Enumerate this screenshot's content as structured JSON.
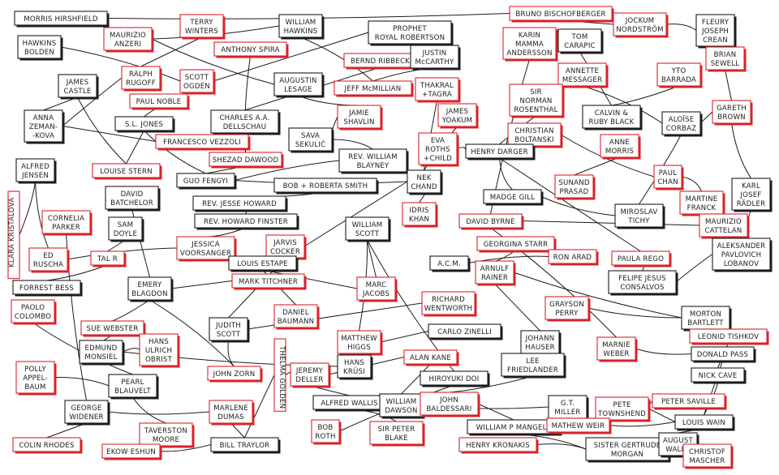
{
  "colors": {
    "ink": "#1c1c1c",
    "accent": "#d8232a",
    "paper": "#ffffff"
  },
  "nodes": [
    {
      "id": "hirshfield",
      "lines": [
        "MORRIS HIRSHFIELD"
      ],
      "color": "ink"
    },
    {
      "id": "anzeri",
      "lines": [
        "MAURIZIO",
        "ANZERI"
      ],
      "color": "accent"
    },
    {
      "id": "winters",
      "lines": [
        "TERRY",
        "WINTERS"
      ],
      "color": "accent"
    },
    {
      "id": "whawkins",
      "lines": [
        "WILLIAM",
        "HAWKINS"
      ],
      "color": "ink"
    },
    {
      "id": "robertson",
      "lines": [
        "PROPHET",
        "ROYAL ROBERTSON"
      ],
      "color": "ink"
    },
    {
      "id": "bischofberger",
      "lines": [
        "BRUNO BISCHOFBERGER"
      ],
      "color": "accent"
    },
    {
      "id": "nordstrom",
      "lines": [
        "JOCKUM",
        "NORDSTRÖM"
      ],
      "color": "accent"
    },
    {
      "id": "crean",
      "lines": [
        "FLEURY",
        "JOSEPH",
        "CREAN"
      ],
      "color": "ink"
    },
    {
      "id": "bolden",
      "lines": [
        "HAWKINS",
        "BOLDEN"
      ],
      "color": "ink"
    },
    {
      "id": "spira",
      "lines": [
        "ANTHONY SPIRA"
      ],
      "color": "accent"
    },
    {
      "id": "riebeck",
      "lines": [
        "BERND RIBBECK"
      ],
      "color": "accent"
    },
    {
      "id": "mccarthy",
      "lines": [
        "JUSTIN",
        "McCARTHY"
      ],
      "color": "ink"
    },
    {
      "id": "andersson",
      "lines": [
        "KARIN",
        "MAMMA",
        "ANDERSSON"
      ],
      "color": "accent"
    },
    {
      "id": "carapic",
      "lines": [
        "TOM",
        "CARAPIC"
      ],
      "color": "ink"
    },
    {
      "id": "sewell",
      "lines": [
        "BRIAN",
        "SEWELL"
      ],
      "color": "accent"
    },
    {
      "id": "castle",
      "lines": [
        "JAMES",
        "CASTLE"
      ],
      "color": "ink"
    },
    {
      "id": "rugoff",
      "lines": [
        "RALPH",
        "RUGOFF"
      ],
      "color": "accent"
    },
    {
      "id": "ogden",
      "lines": [
        "SCOTT",
        "OGDEN"
      ],
      "color": "accent"
    },
    {
      "id": "lesage",
      "lines": [
        "AUGUSTIN",
        "LESAGE"
      ],
      "color": "ink"
    },
    {
      "id": "mcmillian",
      "lines": [
        "JEFF McMILLIAN"
      ],
      "color": "accent"
    },
    {
      "id": "tagra",
      "lines": [
        "THAKRAL",
        "+TAGRA"
      ],
      "color": "accent"
    },
    {
      "id": "messager",
      "lines": [
        "ANNETTE",
        "MESSAGER"
      ],
      "color": "accent"
    },
    {
      "id": "barrada",
      "lines": [
        "YTO",
        "BARRADA"
      ],
      "color": "accent"
    },
    {
      "id": "noble",
      "lines": [
        "PAUL NOBLE"
      ],
      "color": "accent"
    },
    {
      "id": "rosenthal",
      "lines": [
        "SIR",
        "NORMAN",
        "ROSENTHAL"
      ],
      "color": "accent"
    },
    {
      "id": "brown",
      "lines": [
        "GARETH",
        "BROWN"
      ],
      "color": "accent"
    },
    {
      "id": "zeman",
      "lines": [
        "ANNA",
        "ZEMAN-",
        "-KOVA"
      ],
      "color": "ink"
    },
    {
      "id": "sljones",
      "lines": [
        "S.L. JONES"
      ],
      "color": "ink"
    },
    {
      "id": "dellschau",
      "lines": [
        "CHARLES A.A.",
        "DELLSCHAU"
      ],
      "color": "ink"
    },
    {
      "id": "shavlin",
      "lines": [
        "JAMIE",
        "SHAVLIN"
      ],
      "color": "accent"
    },
    {
      "id": "yoakum",
      "lines": [
        "JAMES",
        "YOAKUM"
      ],
      "color": "accent"
    },
    {
      "id": "black",
      "lines": [
        "CALVIN &",
        "RUBY BLACK"
      ],
      "color": "ink"
    },
    {
      "id": "corbaz",
      "lines": [
        "ALOÏSE",
        "CORBAZ"
      ],
      "color": "ink"
    },
    {
      "id": "vezzoli",
      "lines": [
        "FRANCESCO VEZZOLI"
      ],
      "color": "accent"
    },
    {
      "id": "sekulic",
      "lines": [
        "SAVA",
        "SEKULIĆ"
      ],
      "color": "ink"
    },
    {
      "id": "boltanski",
      "lines": [
        "CHRISTIAN",
        "BOLTANSKI"
      ],
      "color": "accent"
    },
    {
      "id": "jensen",
      "lines": [
        "ALFRED",
        "JENSEN"
      ],
      "color": "ink"
    },
    {
      "id": "stern",
      "lines": [
        "LOUISE STERN"
      ],
      "color": "accent"
    },
    {
      "id": "dawood",
      "lines": [
        "SHEZAD DAWOOD"
      ],
      "color": "accent"
    },
    {
      "id": "blayney",
      "lines": [
        "REV. WILLIAM",
        "BLAYNEY"
      ],
      "color": "ink"
    },
    {
      "id": "child",
      "lines": [
        "EVA",
        "ROTHS",
        "+CHILD"
      ],
      "color": "accent"
    },
    {
      "id": "darger",
      "lines": [
        "HENRY DARGER"
      ],
      "color": "ink"
    },
    {
      "id": "morris",
      "lines": [
        "ANNE",
        "MORRIS"
      ],
      "color": "accent"
    },
    {
      "id": "fenghi",
      "lines": [
        "GUO FENGYI"
      ],
      "color": "ink"
    },
    {
      "id": "smith",
      "lines": [
        "BOB + ROBERTA SMITH"
      ],
      "color": "ink"
    },
    {
      "id": "chand",
      "lines": [
        "NEK",
        "CHAND"
      ],
      "color": "ink"
    },
    {
      "id": "prasad",
      "lines": [
        "SUNAND",
        "PRASAD"
      ],
      "color": "accent"
    },
    {
      "id": "chan",
      "lines": [
        "PAUL",
        "CHAN"
      ],
      "color": "accent"
    },
    {
      "id": "radler",
      "lines": [
        "KARL",
        "JOSEF",
        "RÄDLER"
      ],
      "color": "ink"
    },
    {
      "id": "batchelor",
      "lines": [
        "DAVID",
        "BATCHELOR"
      ],
      "color": "ink"
    },
    {
      "id": "jhoward",
      "lines": [
        "REV. JESSE HOWARD"
      ],
      "color": "ink"
    },
    {
      "id": "gill",
      "lines": [
        "MADGE GILL"
      ],
      "color": "ink"
    },
    {
      "id": "franck",
      "lines": [
        "MARTINE",
        "FRANCK"
      ],
      "color": "accent"
    },
    {
      "id": "royalova",
      "lines": [
        "KLARA KRISTALOVA"
      ],
      "color": "accent",
      "vertical": true
    },
    {
      "id": "parker",
      "lines": [
        "CORNELIA",
        "PARKER"
      ],
      "color": "accent"
    },
    {
      "id": "finster",
      "lines": [
        "REV. HOWARD FINSTER"
      ],
      "color": "ink"
    },
    {
      "id": "khan",
      "lines": [
        "IDRIS",
        "KHAN"
      ],
      "color": "accent"
    },
    {
      "id": "wscott",
      "lines": [
        "WILLIAM",
        "SCOTT"
      ],
      "color": "ink"
    },
    {
      "id": "byrne",
      "lines": [
        "DAVID BYRNE"
      ],
      "color": "accent"
    },
    {
      "id": "tichy",
      "lines": [
        "MIROSLAV",
        "TICHY"
      ],
      "color": "ink"
    },
    {
      "id": "cattelan",
      "lines": [
        "MAURIZIO",
        "CATTELAN"
      ],
      "color": "accent"
    },
    {
      "id": "doyle",
      "lines": [
        "SAM",
        "DOYLE"
      ],
      "color": "ink"
    },
    {
      "id": "voorsanger",
      "lines": [
        "JESSICA",
        "VOORSANGER"
      ],
      "color": "accent"
    },
    {
      "id": "cocker",
      "lines": [
        "JARVIS",
        "COCKER"
      ],
      "color": "accent"
    },
    {
      "id": "starr",
      "lines": [
        "GEORGINA STARR"
      ],
      "color": "accent"
    },
    {
      "id": "lobanov",
      "lines": [
        "ALEKSANDER",
        "PAVLOVICH",
        "LOBANOV"
      ],
      "color": "ink"
    },
    {
      "id": "ruscha",
      "lines": [
        "ED",
        "RUSCHA"
      ],
      "color": "accent"
    },
    {
      "id": "talr",
      "lines": [
        "TAL R"
      ],
      "color": "accent"
    },
    {
      "id": "estape",
      "lines": [
        "LOUIS ESTAPE"
      ],
      "color": "ink"
    },
    {
      "id": "acm",
      "lines": [
        "A.C.M."
      ],
      "color": "ink"
    },
    {
      "id": "arad",
      "lines": [
        "RON ARAD"
      ],
      "color": "accent"
    },
    {
      "id": "rego",
      "lines": [
        "PAULA REGO"
      ],
      "color": "accent"
    },
    {
      "id": "bess",
      "lines": [
        "FORREST BESS"
      ],
      "color": "ink"
    },
    {
      "id": "blagdon",
      "lines": [
        "EMERY",
        "BLAGDON"
      ],
      "color": "ink"
    },
    {
      "id": "titchner",
      "lines": [
        "MARK TITCHNER"
      ],
      "color": "accent"
    },
    {
      "id": "jacobs",
      "lines": [
        "MARC",
        "JACOBS"
      ],
      "color": "accent"
    },
    {
      "id": "rainer",
      "lines": [
        "ARNULF",
        "RAINER"
      ],
      "color": "accent"
    },
    {
      "id": "consalvos",
      "lines": [
        "FELIPE JESUS",
        "CONSALVOS"
      ],
      "color": "ink"
    },
    {
      "id": "colombo",
      "lines": [
        "PAOLO",
        "COLOMBO"
      ],
      "color": "accent"
    },
    {
      "id": "baumann",
      "lines": [
        "DANIEL",
        "BAUMANN"
      ],
      "color": "accent"
    },
    {
      "id": "wentworth",
      "lines": [
        "RICHARD",
        "WENTWORTH"
      ],
      "color": "accent"
    },
    {
      "id": "perry",
      "lines": [
        "GRAYSON",
        "PERRY"
      ],
      "color": "accent"
    },
    {
      "id": "webster",
      "lines": [
        "SUE WEBSTER"
      ],
      "color": "accent"
    },
    {
      "id": "jscott",
      "lines": [
        "JUDITH",
        "SCOTT"
      ],
      "color": "ink"
    },
    {
      "id": "bartlett",
      "lines": [
        "MORTON",
        "BARTLETT"
      ],
      "color": "ink"
    },
    {
      "id": "monsiel",
      "lines": [
        "EDMUND",
        "MONSIEL"
      ],
      "color": "ink"
    },
    {
      "id": "christ",
      "lines": [
        "HANS",
        "ULRICH",
        "OBRIST"
      ],
      "color": "accent"
    },
    {
      "id": "higgs",
      "lines": [
        "MATTHEW",
        "HIGGS"
      ],
      "color": "accent"
    },
    {
      "id": "zinelli",
      "lines": [
        "CARLO ZINELLI"
      ],
      "color": "ink"
    },
    {
      "id": "hauser",
      "lines": [
        "JOHANN",
        "HAUSER"
      ],
      "color": "ink"
    },
    {
      "id": "weber",
      "lines": [
        "MARNIE",
        "WEBER"
      ],
      "color": "accent"
    },
    {
      "id": "tishkov",
      "lines": [
        "LEONID TISHKOV"
      ],
      "color": "accent"
    },
    {
      "id": "appelbaum",
      "lines": [
        "POLLY",
        "APPEL-",
        "BAUM"
      ],
      "color": "accent"
    },
    {
      "id": "krusi",
      "lines": [
        "HANS",
        "KRÜSI"
      ],
      "color": "ink"
    },
    {
      "id": "kane",
      "lines": [
        "ALAN KANE"
      ],
      "color": "accent"
    },
    {
      "id": "friedlander",
      "lines": [
        "LEE",
        "FRIEDLANDER"
      ],
      "color": "ink"
    },
    {
      "id": "pass",
      "lines": [
        "DONALD PASS"
      ],
      "color": "ink"
    },
    {
      "id": "blauvelt",
      "lines": [
        "PEARL",
        "BLAUVELT"
      ],
      "color": "ink"
    },
    {
      "id": "zorn",
      "lines": [
        "JOHN ZORN"
      ],
      "color": "accent"
    },
    {
      "id": "golden",
      "lines": [
        "THELMA GOLDEN"
      ],
      "color": "accent",
      "vertical": true
    },
    {
      "id": "deller",
      "lines": [
        "JEREMY",
        "DELLER"
      ],
      "color": "accent"
    },
    {
      "id": "doi",
      "lines": [
        "HIROYUKI DOI"
      ],
      "color": "ink"
    },
    {
      "id": "cave",
      "lines": [
        "NICK CAVE"
      ],
      "color": "ink"
    },
    {
      "id": "widener",
      "lines": [
        "GEORGE",
        "WIDENER"
      ],
      "color": "ink"
    },
    {
      "id": "dumas",
      "lines": [
        "MARLENE",
        "DUMAS"
      ],
      "color": "accent"
    },
    {
      "id": "wallis",
      "lines": [
        "ALFRED WALLIS"
      ],
      "color": "ink"
    },
    {
      "id": "dawson",
      "lines": [
        "WILLIAM",
        "DAWSON"
      ],
      "color": "ink"
    },
    {
      "id": "baldessari",
      "lines": [
        "JOHN",
        "BALDESSARI"
      ],
      "color": "accent"
    },
    {
      "id": "miller",
      "lines": [
        "G.T.",
        "MILLER"
      ],
      "color": "ink"
    },
    {
      "id": "townshend",
      "lines": [
        "PETE",
        "TOWNSHEND"
      ],
      "color": "accent"
    },
    {
      "id": "saville",
      "lines": [
        "PETER SAVILLE"
      ],
      "color": "accent"
    },
    {
      "id": "moore",
      "lines": [
        "TAVERSTON",
        "MOORE"
      ],
      "color": "accent"
    },
    {
      "id": "roth",
      "lines": [
        "BOB",
        "ROTH"
      ],
      "color": "accent"
    },
    {
      "id": "blake",
      "lines": [
        "SIR PETER",
        "BLAKE"
      ],
      "color": "accent"
    },
    {
      "id": "mangels",
      "lines": [
        "WILLIAM P MANGELS"
      ],
      "color": "ink"
    },
    {
      "id": "weir",
      "lines": [
        "MATHEW WEIR"
      ],
      "color": "accent"
    },
    {
      "id": "wain",
      "lines": [
        "LOUIS WAIN"
      ],
      "color": "ink"
    },
    {
      "id": "rhodes",
      "lines": [
        "COLIN RHODES"
      ],
      "color": "accent"
    },
    {
      "id": "eshun",
      "lines": [
        "EKOW ESHUN"
      ],
      "color": "accent"
    },
    {
      "id": "traylor",
      "lines": [
        "BILL TRAYLOR"
      ],
      "color": "ink"
    },
    {
      "id": "kronakis",
      "lines": [
        "HENRY KRONAKIS"
      ],
      "color": "accent"
    },
    {
      "id": "sister",
      "lines": [
        "SISTER GERTRUDE",
        "MORGAN"
      ],
      "color": "ink"
    },
    {
      "id": "walla",
      "lines": [
        "AUGUST",
        "WALLA"
      ],
      "color": "ink"
    },
    {
      "id": "mascher",
      "lines": [
        "CHRISTOF",
        "MASCHER"
      ],
      "color": "accent"
    }
  ],
  "edges": [
    [
      "hirshfield",
      "bischofberger"
    ],
    [
      "bischofberger",
      "nordstrom"
    ],
    [
      "nordstrom",
      "crean"
    ],
    [
      "anzeri",
      "lesage"
    ],
    [
      "winters",
      "rugoff"
    ],
    [
      "whawkins",
      "mcmillian"
    ],
    [
      "whawkins",
      "anzeri"
    ],
    [
      "robertson",
      "ogden"
    ],
    [
      "bolden",
      "ogden"
    ],
    [
      "spira",
      "dawood"
    ],
    [
      "riebeck",
      "dellschau"
    ],
    [
      "mccarthy",
      "mcmillian"
    ],
    [
      "andersson",
      "byrne"
    ],
    [
      "carapic",
      "black"
    ],
    [
      "crean",
      "sewell"
    ],
    [
      "castle",
      "stern"
    ],
    [
      "castle",
      "zeman"
    ],
    [
      "rugoff",
      "zeman"
    ],
    [
      "lesage",
      "shavlin"
    ],
    [
      "tagra",
      "chand"
    ],
    [
      "messager",
      "corbaz"
    ],
    [
      "barrada",
      "black"
    ],
    [
      "sewell",
      "brown"
    ],
    [
      "noble",
      "sljones"
    ],
    [
      "sljones",
      "fenghi"
    ],
    [
      "zeman",
      "vezzoli"
    ],
    [
      "rosenthal",
      "darger"
    ],
    [
      "yoakum",
      "chand"
    ],
    [
      "corbaz",
      "brown"
    ],
    [
      "corbaz",
      "tichy"
    ],
    [
      "brown",
      "radler"
    ],
    [
      "dellschau",
      "dawood"
    ],
    [
      "sekulic",
      "blayney"
    ],
    [
      "boltanski",
      "chan"
    ],
    [
      "morris",
      "prasad"
    ],
    [
      "chan",
      "franck"
    ],
    [
      "jensen",
      "ruscha"
    ],
    [
      "stern",
      "sljones"
    ],
    [
      "blayney",
      "fenghi"
    ],
    [
      "darger",
      "gill"
    ],
    [
      "darger",
      "rego"
    ],
    [
      "child",
      "darger"
    ],
    [
      "fenghi",
      "chand"
    ],
    [
      "chand",
      "cocker"
    ],
    [
      "chand",
      "khan"
    ],
    [
      "smith",
      "jhoward"
    ],
    [
      "batchelor",
      "blagdon"
    ],
    [
      "jhoward",
      "finster"
    ],
    [
      "finster",
      "voorsanger"
    ],
    [
      "wscott",
      "jacobs"
    ],
    [
      "wscott",
      "higgs"
    ],
    [
      "wscott",
      "doi"
    ],
    [
      "byrne",
      "cattelan"
    ],
    [
      "byrne",
      "weber"
    ],
    [
      "tichy",
      "gill"
    ],
    [
      "radler",
      "lobanov"
    ],
    [
      "cattelan",
      "lobanov"
    ],
    [
      "parker",
      "widener"
    ],
    [
      "doyle",
      "talr"
    ],
    [
      "royalova",
      "jensen"
    ],
    [
      "starr",
      "rainer"
    ],
    [
      "estape",
      "baumann"
    ],
    [
      "acm",
      "arad"
    ],
    [
      "rainer",
      "bartlett"
    ],
    [
      "rainer",
      "hauser"
    ],
    [
      "rego",
      "consalvos"
    ],
    [
      "bess",
      "talr"
    ],
    [
      "blagdon",
      "titchner"
    ],
    [
      "blagdon",
      "zorn"
    ],
    [
      "blagdon",
      "webster"
    ],
    [
      "jacobs",
      "estape"
    ],
    [
      "consalvos",
      "lobanov"
    ],
    [
      "colombo",
      "blauvelt"
    ],
    [
      "jscott",
      "wentworth"
    ],
    [
      "jscott",
      "cocker"
    ],
    [
      "perry",
      "bartlett"
    ],
    [
      "bartlett",
      "tishkov"
    ],
    [
      "monsiel",
      "christ"
    ],
    [
      "monsiel",
      "krusi"
    ],
    [
      "higgs",
      "zinelli"
    ],
    [
      "hauser",
      "friedlander"
    ],
    [
      "weber",
      "pass"
    ],
    [
      "tishkov",
      "cave"
    ],
    [
      "appelbaum",
      "blauvelt"
    ],
    [
      "blauvelt",
      "moore"
    ],
    [
      "kane",
      "deller"
    ],
    [
      "kane",
      "dawson"
    ],
    [
      "friedlander",
      "baldessari"
    ],
    [
      "pass",
      "wain"
    ],
    [
      "cave",
      "wain"
    ],
    [
      "zorn",
      "jscott"
    ],
    [
      "deller",
      "wallis"
    ],
    [
      "doi",
      "roth"
    ],
    [
      "widener",
      "dumas"
    ],
    [
      "widener",
      "rhodes"
    ],
    [
      "wallis",
      "blake"
    ],
    [
      "dawson",
      "miller"
    ],
    [
      "baldessari",
      "mangels"
    ],
    [
      "miller",
      "weir"
    ],
    [
      "townshend",
      "saville"
    ],
    [
      "townshend",
      "wain"
    ],
    [
      "mangels",
      "sister"
    ],
    [
      "weir",
      "wain"
    ],
    [
      "wain",
      "walla"
    ],
    [
      "walla",
      "mascher"
    ],
    [
      "traylor",
      "eshun"
    ],
    [
      "traylor",
      "dumas"
    ],
    [
      "kronakis",
      "sister"
    ],
    [
      "sister",
      "walla"
    ],
    [
      "golden",
      "traylor"
    ],
    [
      "golden",
      "deller"
    ],
    [
      "shavlin",
      "sekulic"
    ],
    [
      "dawood",
      "fenghi"
    ],
    [
      "voorsanger",
      "ruscha"
    ],
    [
      "monsiel",
      "webster"
    ]
  ]
}
